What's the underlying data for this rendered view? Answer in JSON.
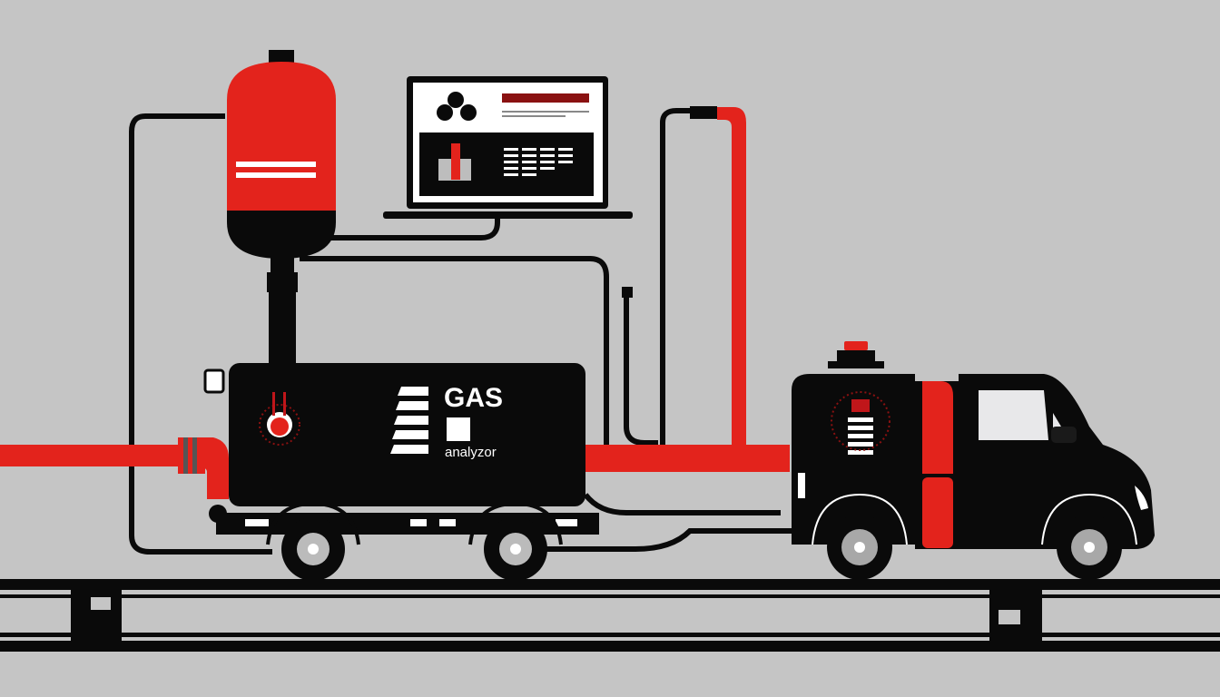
{
  "scene": {
    "type": "illustration",
    "description": "Gas analyzer system: red pressure tank, laptop monitor, black analyzer trailer and utility van connected by pipes and cables on rails",
    "background_color": "#c5c5c5",
    "colors": {
      "red": "#e3231c",
      "black": "#0a0a0a",
      "white": "#ffffff",
      "gray": "#c5c5c5",
      "window": "#e8e8ea"
    }
  },
  "trailer": {
    "title": "GAS",
    "subtitle": "analyzor"
  },
  "laptop": {
    "screen_description": "Dashboard showing sensors, a red banner, and a data table"
  },
  "elements": {
    "tank": "red-gas-tank",
    "laptop": "laptop-monitor",
    "trailer": "gas-analyzer-trailer",
    "van": "utility-van",
    "pipes": "red-gas-pipeline",
    "rails": "ground-rails"
  }
}
